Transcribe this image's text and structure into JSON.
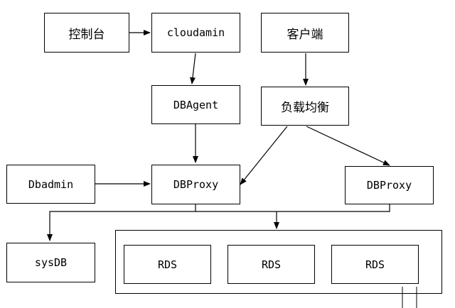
{
  "diagram": {
    "nodes": {
      "console": "控制台",
      "cloudamin": "cloudamin",
      "client": "客户端",
      "dbagent": "DBAgent",
      "load_balancer": "负载均衡",
      "dbadmin": "Dbadmin",
      "dbproxy_1": "DBProxy",
      "dbproxy_2": "DBProxy",
      "sysdb": "sysDB",
      "rds_1": "RDS",
      "rds_2": "RDS",
      "rds_3": "RDS"
    },
    "edges": [
      {
        "from": "console",
        "to": "cloudamin"
      },
      {
        "from": "cloudamin",
        "to": "dbagent"
      },
      {
        "from": "client",
        "to": "load_balancer"
      },
      {
        "from": "dbagent",
        "to": "dbproxy_1"
      },
      {
        "from": "load_balancer",
        "to": "dbproxy_1"
      },
      {
        "from": "load_balancer",
        "to": "dbproxy_2"
      },
      {
        "from": "dbadmin",
        "to": "dbproxy_1"
      },
      {
        "from": "dbproxy_1",
        "to": "sysdb"
      },
      {
        "from": "dbproxy_1",
        "to": "rds_group"
      },
      {
        "from": "dbproxy_2",
        "to": "rds_group"
      }
    ],
    "colors": {
      "stroke": "#000000",
      "fill": "#ffffff",
      "text": "#000000"
    }
  }
}
